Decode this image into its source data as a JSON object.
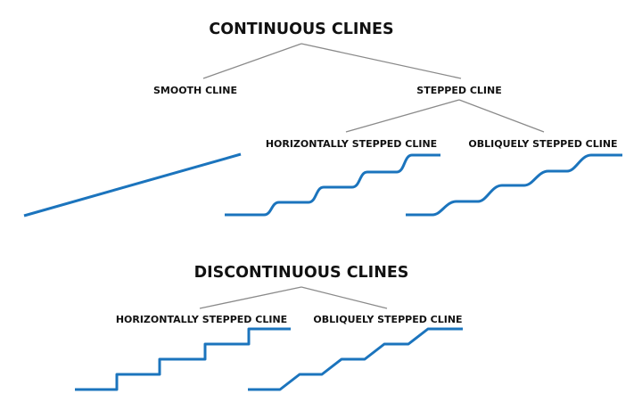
{
  "continuous": {
    "title": "CONTINUOUS CLINES",
    "smooth_label": "SMOOTH CLINE",
    "stepped_label": "STEPPED CLINE",
    "horizontal_label": "HORIZONTALLY STEPPED CLINE",
    "oblique_label": "OBLIQUELY STEPPED CLINE"
  },
  "discontinuous": {
    "title": "DISCONTINUOUS CLINES",
    "horizontal_label": "HORIZONTALLY STEPPED CLINE",
    "oblique_label": "OBLIQUELY STEPPED CLINE"
  },
  "colors": {
    "cline": "#1b74bd",
    "tree_line": "#8a8a8a",
    "text": "#111111",
    "background": "#ffffff"
  }
}
